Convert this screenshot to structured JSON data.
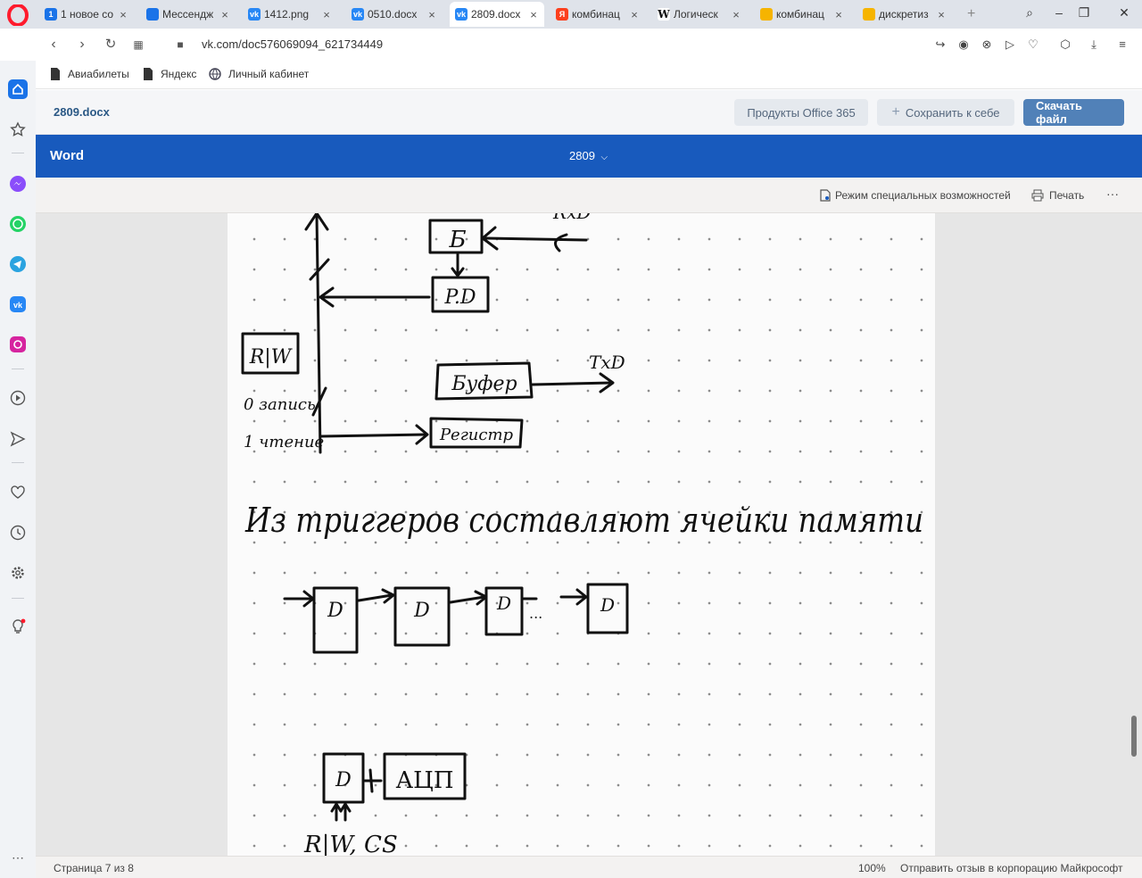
{
  "browser": {
    "tabs": [
      {
        "title": "1 новое со",
        "icon": "mail-icon",
        "color": "#1a73e8",
        "glyph": "1"
      },
      {
        "title": "Мессендж",
        "icon": "messenger-icon",
        "color": "#1a73e8",
        "glyph": ""
      },
      {
        "title": "1412.png",
        "icon": "vk-icon",
        "color": "#2787f5",
        "glyph": "vk"
      },
      {
        "title": "0510.docx",
        "icon": "vk-icon",
        "color": "#2787f5",
        "glyph": "vk"
      },
      {
        "title": "2809.docx",
        "icon": "vk-icon",
        "color": "#2787f5",
        "glyph": "vk",
        "active": true
      },
      {
        "title": "комбинац",
        "icon": "yandex-icon",
        "color": "#fc3f1d",
        "glyph": "Я"
      },
      {
        "title": "Логическ",
        "icon": "wikipedia-icon",
        "color": "#ffffff",
        "glyph": "W"
      },
      {
        "title": "комбинац",
        "icon": "image-icon",
        "color": "#f6b400",
        "glyph": ""
      },
      {
        "title": "дискретиз",
        "icon": "image-icon",
        "color": "#f6b400",
        "glyph": ""
      }
    ],
    "url": "vk.com/doc576069094_621734449",
    "bookmarks": [
      "Авиабилеты",
      "Яндекс",
      "Личный кабинет"
    ]
  },
  "docheader": {
    "filename": "2809.docx",
    "office_btn": "Продукты Office 365",
    "save_btn": "Сохранить к себе",
    "download_btn": "Скачать файл"
  },
  "word": {
    "app": "Word",
    "doc": "2809"
  },
  "ribbon": {
    "accessibility": "Режим специальных возможностей",
    "print": "Печать",
    "more": "···"
  },
  "page": {
    "handwriting": {
      "b": "Б",
      "pd": "P.D",
      "rxd": "RxD",
      "rw": "R|W",
      "write": "0 запись",
      "read": "1 чтение",
      "buffer": "Буфер",
      "txd": "TxD",
      "register": "Регистр",
      "caption": "Из триггеров составляют ячейки памяти",
      "d": "D",
      "dots": "...",
      "adc": "АЦП",
      "rwcs": "R|W, CS"
    }
  },
  "status": {
    "page": "Страница 7 из 8",
    "zoom": "100%",
    "feedback": "Отправить отзыв в корпорацию Майкрософт"
  },
  "colors": {
    "word_blue": "#185abd",
    "vk_blue": "#5181b8",
    "opera_red": "#ff1b2d"
  }
}
